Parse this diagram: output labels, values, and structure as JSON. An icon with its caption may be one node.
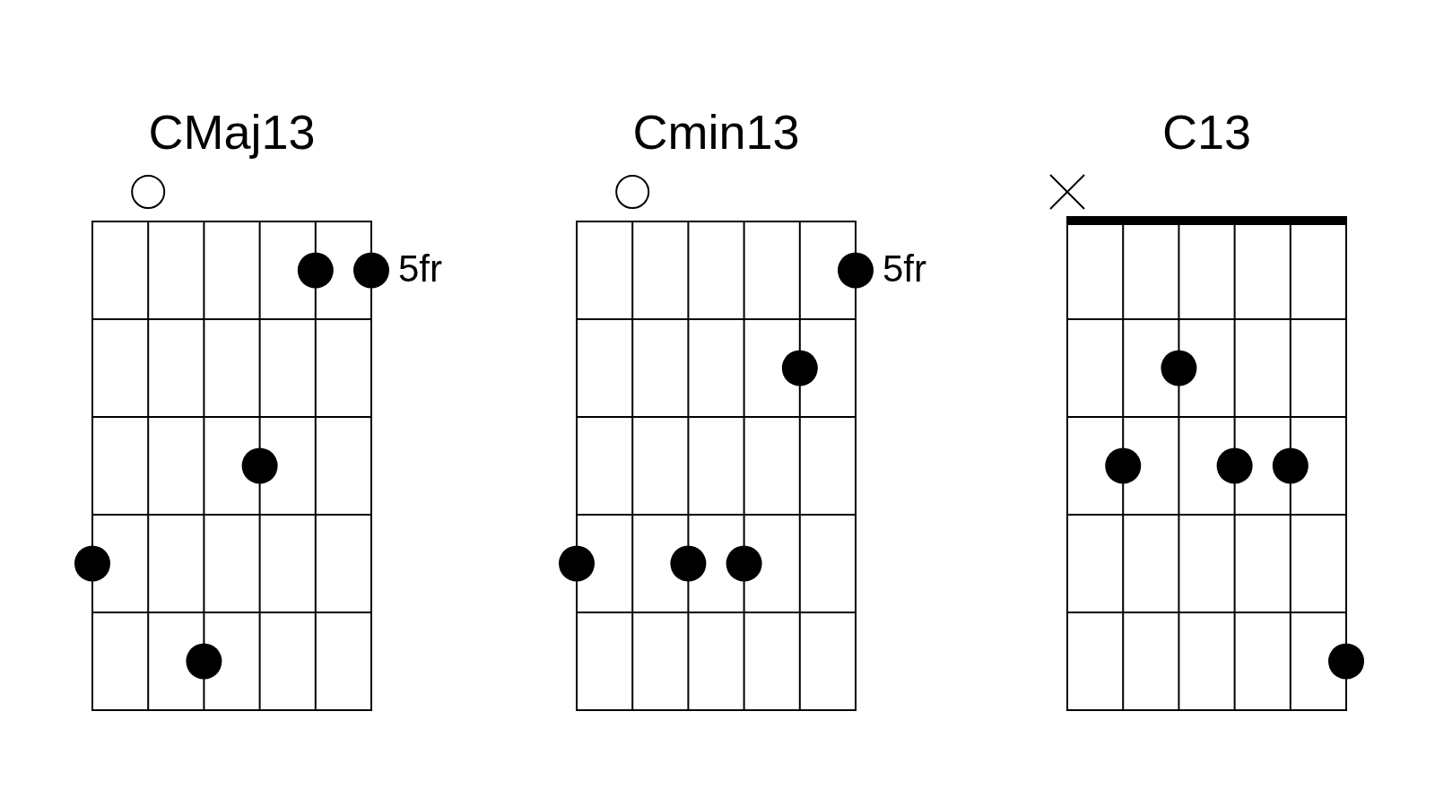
{
  "diagram": {
    "nodes": [
      {
        "text": [
          "CMaj13"
        ],
        "beside": [
          "5fr"
        ]
      },
      {
        "text": [
          "Cmin13"
        ],
        "beside": [
          "5fr"
        ]
      },
      {
        "text": [
          "C13"
        ]
      }
    ]
  }
}
